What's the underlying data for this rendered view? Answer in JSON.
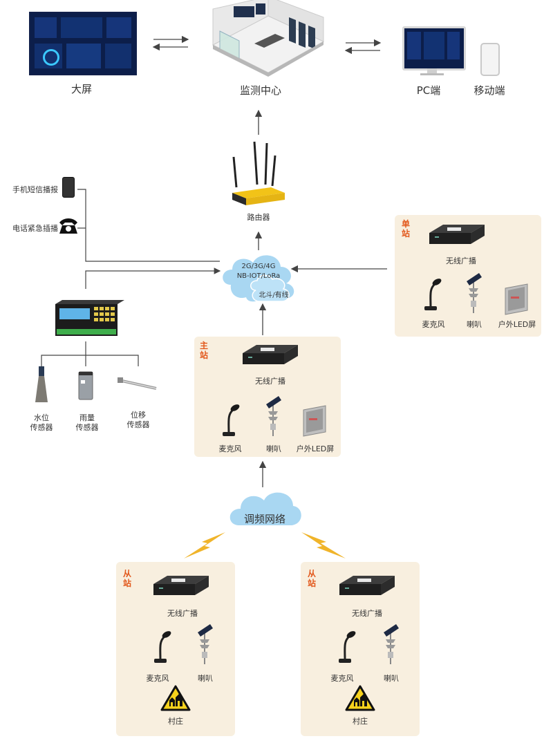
{
  "top": {
    "big_screen": "大屏",
    "monitor_center": "监测中心",
    "pc": "PC端",
    "mobile": "移动端"
  },
  "router": "路由器",
  "cloud_main": {
    "line1": "2G/3G/4G",
    "line2": "NB-IOT/LoRa",
    "sub": "北斗/有线"
  },
  "alerts": {
    "sms": "手机短信播报",
    "phone": "电话紧急插播"
  },
  "sensors": {
    "water": [
      "水位",
      "传感器"
    ],
    "rain": [
      "雨量",
      "传感器"
    ],
    "disp": [
      "位移",
      "传感器"
    ]
  },
  "single_station": {
    "tag": [
      "单",
      "站"
    ],
    "broadcast": "无线广播",
    "mic": "麦克风",
    "speaker": "喇叭",
    "led": "户外LED屏"
  },
  "main_station": {
    "tag": [
      "主",
      "站"
    ],
    "broadcast": "无线广播",
    "mic": "麦克风",
    "speaker": "喇叭",
    "led": "户外LED屏"
  },
  "fm_cloud": "调频网络",
  "slave_left": {
    "tag": [
      "从",
      "站"
    ],
    "broadcast": "无线广播",
    "mic": "麦克风",
    "speaker": "喇叭",
    "village": "村庄"
  },
  "slave_right": {
    "tag": [
      "从",
      "站"
    ],
    "broadcast": "无线广播",
    "mic": "麦克风",
    "speaker": "喇叭",
    "village": "村庄"
  },
  "colors": {
    "panel": "#f8efdf",
    "cloud": "#a9d7f2",
    "accent": "#e2581c",
    "lightning": "#f0b42a"
  }
}
